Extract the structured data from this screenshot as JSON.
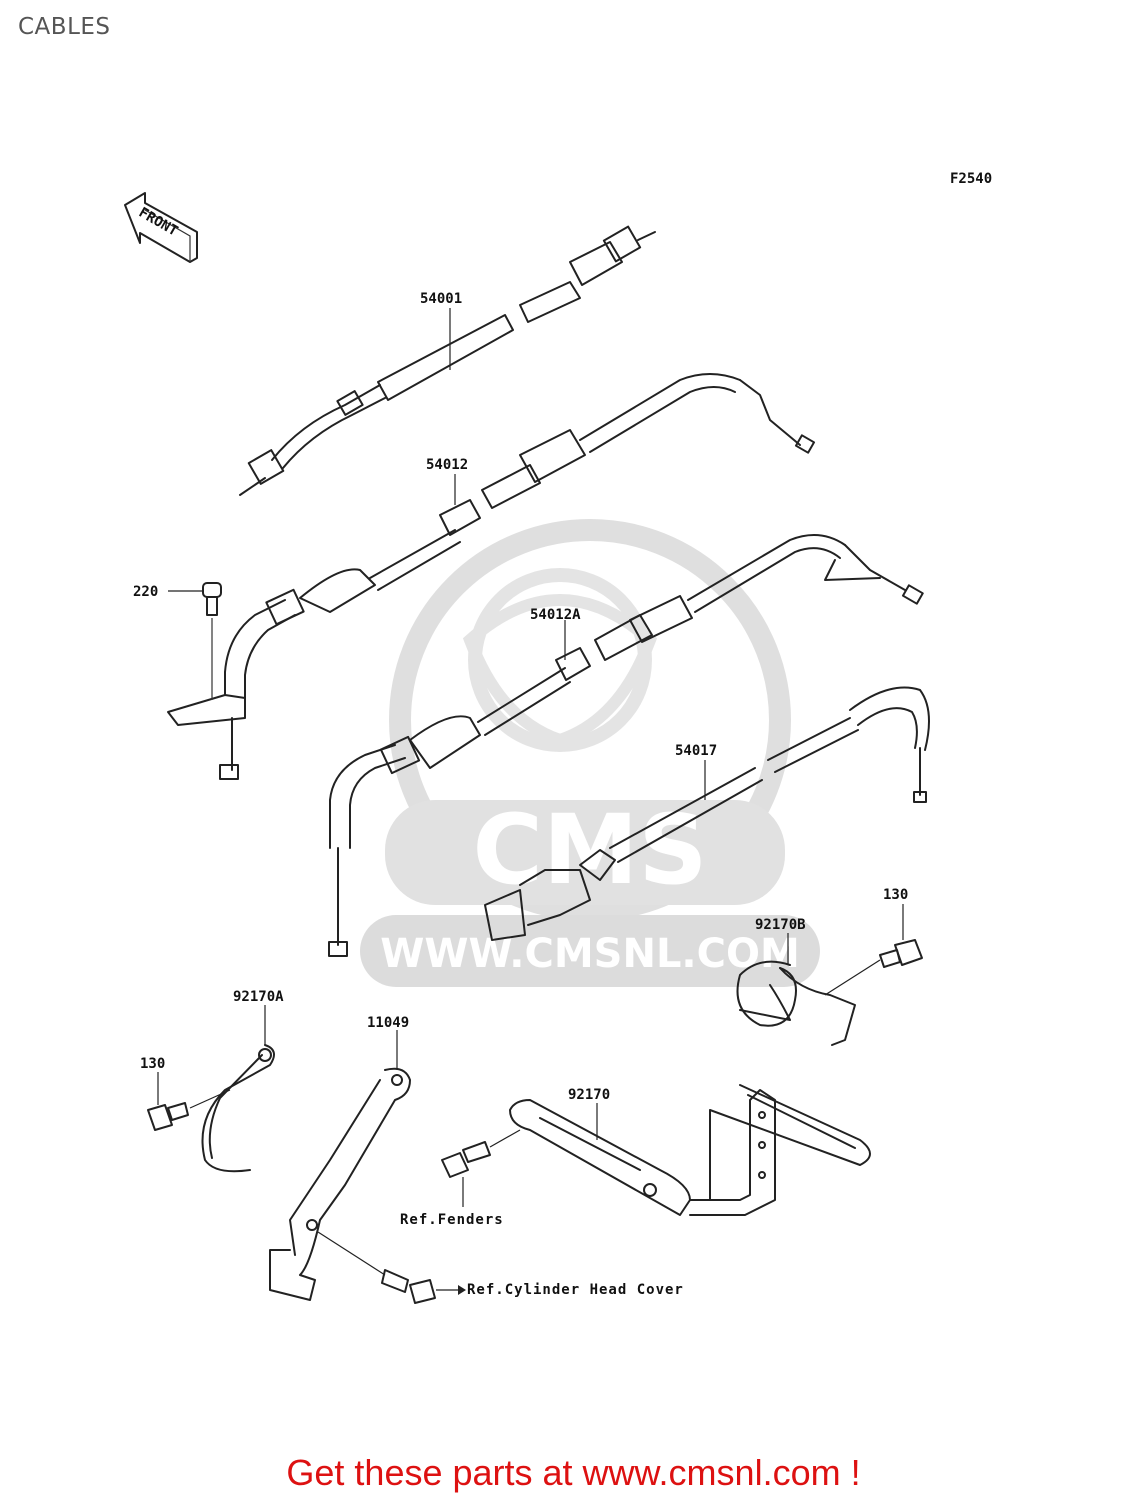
{
  "page": {
    "title": "CABLES",
    "figure_code": "F2540",
    "front_label": "FRONT",
    "footer": "Get these parts at www.cmsnl.com !"
  },
  "watermark": {
    "brand": "CMS",
    "url": "WWW.CMSNL.COM",
    "color": "#d9d9d9"
  },
  "parts": [
    {
      "number": "54001",
      "description": ""
    },
    {
      "number": "54012",
      "description": ""
    },
    {
      "number": "220",
      "description": ""
    },
    {
      "number": "54012A",
      "description": ""
    },
    {
      "number": "54017",
      "description": ""
    },
    {
      "number": "130",
      "description": ""
    },
    {
      "number": "92170B",
      "description": ""
    },
    {
      "number": "92170A",
      "description": ""
    },
    {
      "number": "130",
      "description": ""
    },
    {
      "number": "11049",
      "description": ""
    },
    {
      "number": "92170",
      "description": ""
    }
  ],
  "references": {
    "fenders": "Ref.Fenders",
    "cylinder_head": "Ref.Cylinder Head Cover"
  },
  "colors": {
    "footer_text": "#dd1111",
    "line_art": "#222222"
  }
}
